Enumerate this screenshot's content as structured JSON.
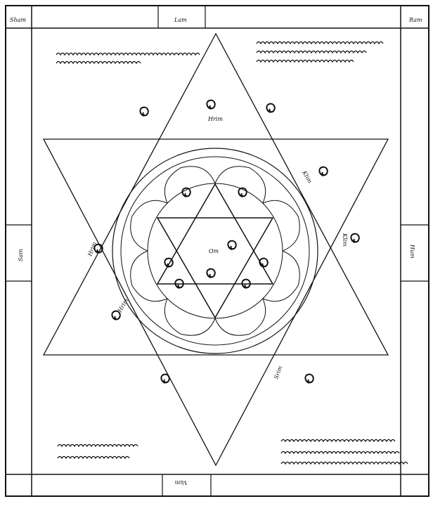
{
  "frame": {
    "top_left": "Sham",
    "top_center": "Lam",
    "top_right": "Ram",
    "left_middle": "Sam",
    "right_middle": "Hum",
    "bottom_center": "Vam"
  },
  "diagram": {
    "center_label": "Om",
    "bija_labels": [
      "Hrim",
      "Klim",
      "Hrim",
      "Klim",
      "Hrim",
      "Srim"
    ],
    "ink_color": "#111111",
    "paper_color": "#ffffff"
  }
}
